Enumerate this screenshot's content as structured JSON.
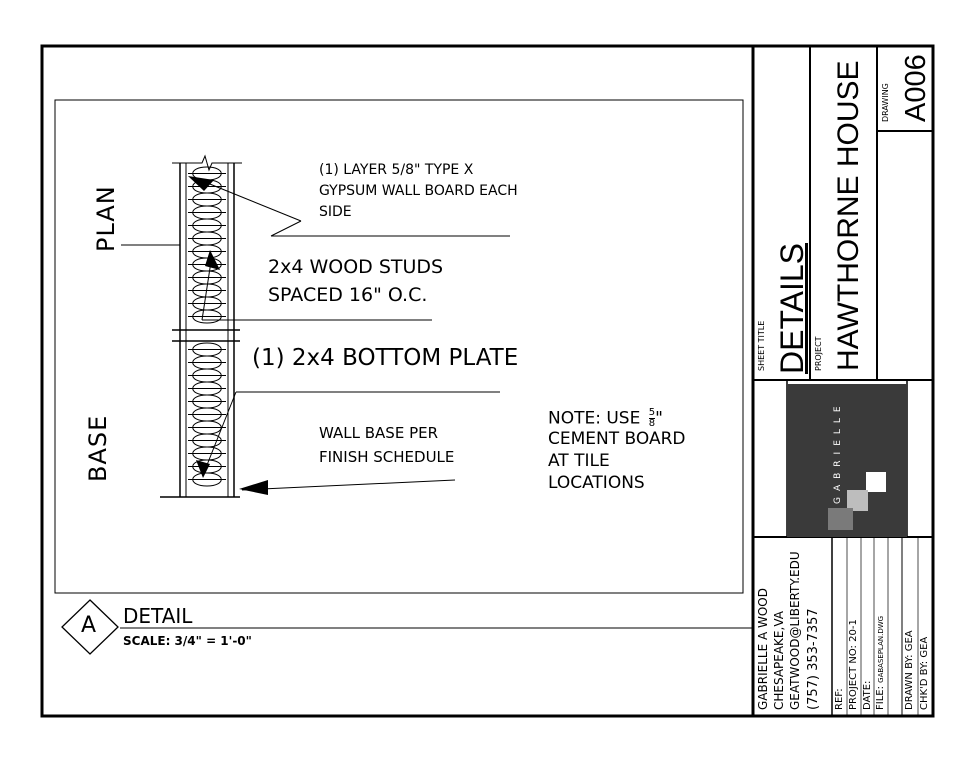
{
  "plan_label": "PLAN",
  "base_label": "BASE",
  "notes": {
    "gypsum_line1": "(1) LAYER 5/8\" TYPE X",
    "gypsum_line2": "GYPSUM WALL BOARD EACH",
    "gypsum_line3": "SIDE",
    "studs_line1": "2x4 WOOD STUDS",
    "studs_line2": "SPACED 16\" O.C.",
    "bottom_plate": "(1) 2x4 BOTTOM PLATE",
    "wall_base_line1": "WALL BASE PER",
    "wall_base_line2": "FINISH SCHEDULE",
    "note_line1": "NOTE: USE",
    "note_frac_num": "5",
    "note_frac_den": "8",
    "note_frac_suffix": "\"",
    "note_line2": "CEMENT BOARD",
    "note_line3": "AT TILE",
    "note_line4": "LOCATIONS"
  },
  "detail": {
    "tag": "A",
    "title": "DETAIL",
    "scale": "SCALE: 3/4\" = 1'-0\""
  },
  "title_block": {
    "drawing_caption": "DRAWING",
    "drawing_number": "A006",
    "project_caption": "PROJECT",
    "project_name": "HAWTHORNE HOUSE",
    "sheet_title_caption": "SHEET TITLE",
    "sheet_title": "DETAILS",
    "logo_text": "GABRIELLE",
    "author_name": "GABRIELLE A WOOD",
    "author_city": "CHESAPEAKE,VA",
    "author_email": "GEATWOOD@LIBERTY.EDU",
    "author_phone": "(757) 353-7357",
    "ref_label": "REF:",
    "project_no": "PROJECT NO: 20-1",
    "date_label": "DATE:",
    "file_label": "FILE:",
    "file_name": "GABASEPLAN.DWG",
    "drawn_by": "DRAWN BY: GEA",
    "checked_by": "CHK'D BY: GEA"
  },
  "colors": {
    "line": "#000000",
    "logo_bg": "#3a3a3a",
    "logo_light": "#ffffff",
    "logo_mid": "#bdbdbd",
    "logo_dark": "#7a7a7a"
  }
}
